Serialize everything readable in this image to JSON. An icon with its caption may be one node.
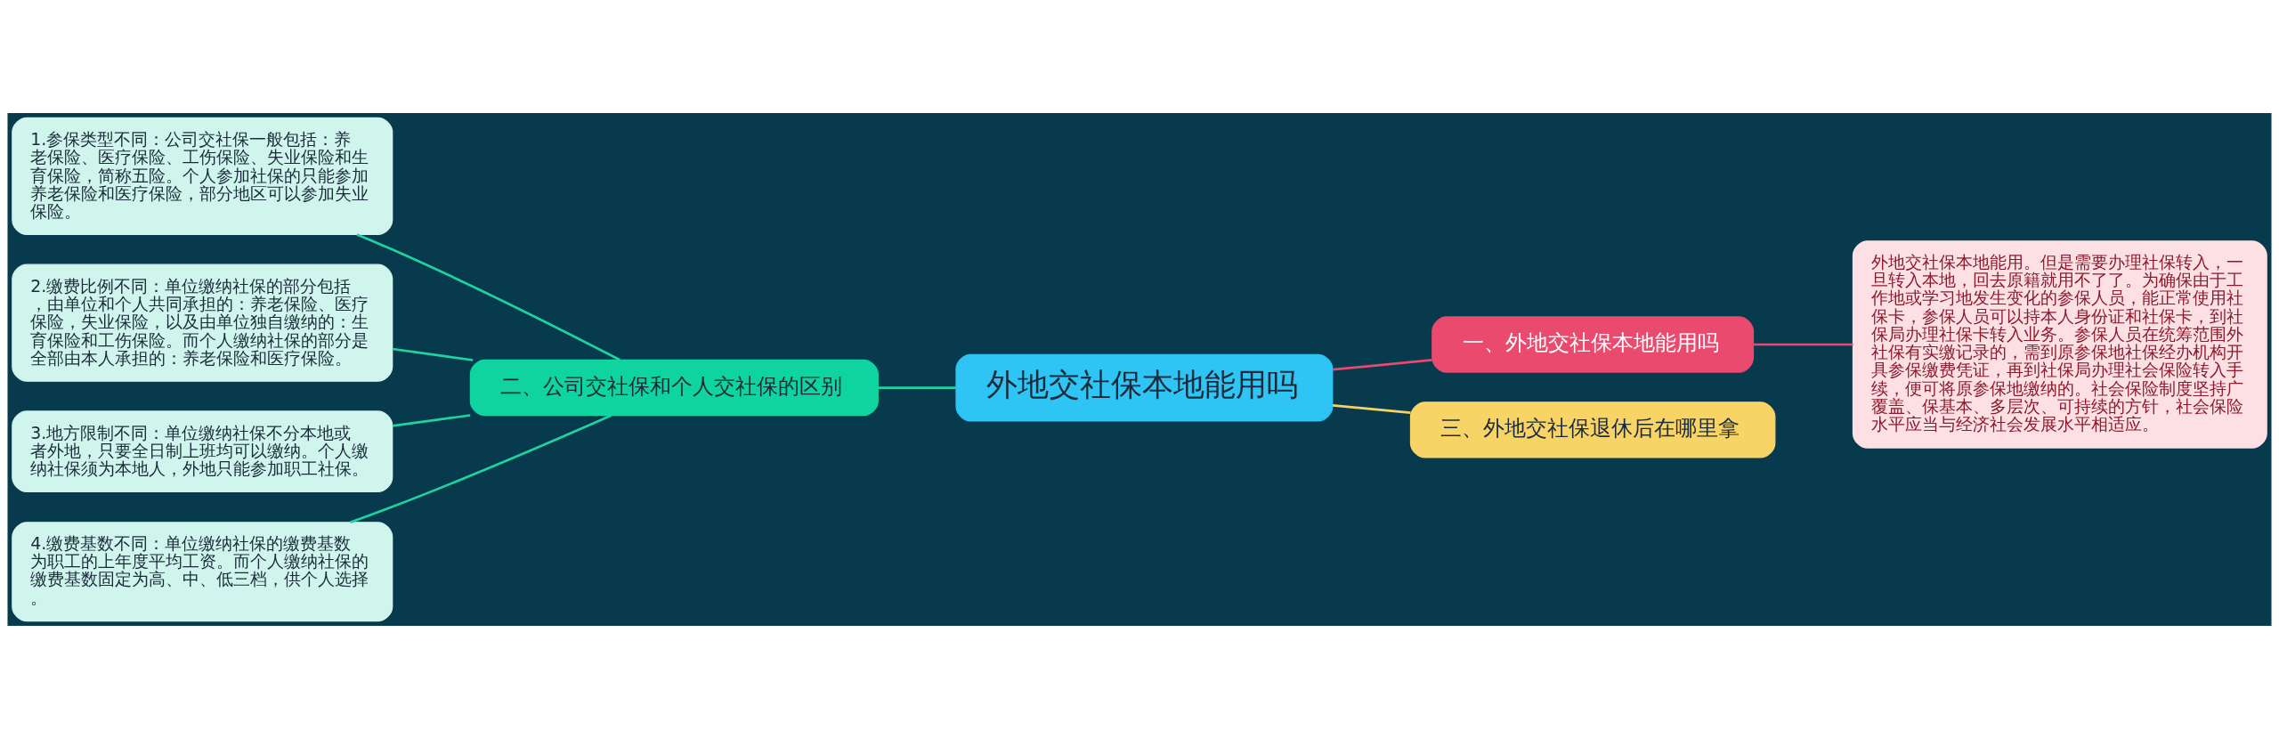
{
  "diagram": {
    "nodes": [
      {
        "text": [
          "外地交社保本地能用吗"
        ]
      },
      {
        "text": [
          "一、外地交社保本地能用吗"
        ]
      },
      {
        "text": [
          "外地交社保本地能用。但是需要办理社保转入，一旦转入本地，回去原籍就用不了了。为确保由于工作地或学习地发生变化的参保人员，能正常使用社保卡，参保人员可以持本人身份证和社保卡，到社保局办理社保卡转入业务。参保人员在统筹范围外社保有实缴记录的，需到原参保地社保经办机构开具参保缴费凭证，再到社保局办理社会保险转入手续，便可将原参保地缴纳的。社会保险制度坚持广覆盖、保基本、多层次、可持续的方针，社会保险水平应当与经济社会发展水平相适应。"
        ]
      },
      {
        "text": [
          "二、公司交社保和个人交社保的区别"
        ]
      },
      {
        "text": [
          "1.参保类型不同：公司交社保一般包括：养老保险、医疗保险、工伤保险、失业保险和生育保险，简称五险。个人参加社保的只能参加养老保险和医疗保险，部分地区可以参加失业保险。"
        ]
      },
      {
        "text": [
          "2.缴费比例不同：单位缴纳社保的部分包括，由单位和个人共同承担的：养老保险、医疗保险，失业保险，以及由单位独自缴纳的：生育保险和工伤保险。而个人缴纳社保的部分是全部由本人承担的：养老保险和医疗保险。"
        ]
      },
      {
        "text": [
          "3.地方限制不同：单位缴纳社保不分本地或者外地，只要全日制上班均可以缴纳。个人缴纳社保须为本地人，外地只能参加职工社保。"
        ]
      },
      {
        "text": [
          "4.缴费基数不同：单位缴纳社保的缴费基数为职工的上年度平均工资。而个人缴纳社保的缴费基数固定为高、中、低三档，供个人选择。"
        ]
      },
      {
        "text": [
          "三、外地交社保退休后在哪里拿"
        ]
      }
    ],
    "edges": [
      {
        "from": 0,
        "to": 1,
        "arrow": "none",
        "color": "#e8496e"
      },
      {
        "from": 1,
        "to": 2,
        "arrow": "none",
        "color": "#e8496e"
      },
      {
        "from": 3,
        "to": 0,
        "arrow": "none"
      },
      {
        "from": 4,
        "to": 3,
        "arrow": "none"
      },
      {
        "from": 5,
        "to": 3,
        "arrow": "none"
      },
      {
        "from": 6,
        "to": 3,
        "arrow": "none"
      },
      {
        "from": 7,
        "to": 3,
        "arrow": "none"
      },
      {
        "from": 0,
        "to": 8,
        "arrow": "none",
        "color": "#f5d265"
      }
    ]
  }
}
